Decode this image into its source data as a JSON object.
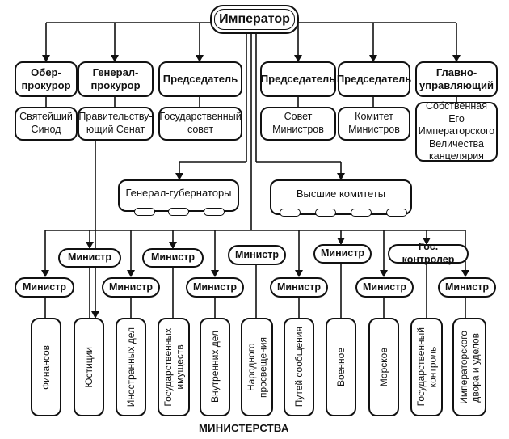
{
  "emperor": "Император",
  "top_roles": [
    {
      "title": "Обер-\nпрокурор",
      "institution": "Святейший\nСинод"
    },
    {
      "title": "Генерал-\nпрокурор",
      "institution": "Правительству-\nющий Сенат"
    },
    {
      "title": "Председатель",
      "institution": "Государственный\nсовет"
    },
    {
      "title": "Председатель",
      "institution": "Совет\nМинистров"
    },
    {
      "title": "Председатель",
      "institution": "Комитет\nМинистров"
    },
    {
      "title": "Главно-\nуправляющий",
      "institution": "Собственная Его\nИмператорского\nВеличества\nканцелярия"
    }
  ],
  "governors": "Генерал-губернаторы",
  "committees": "Высшие комитеты",
  "minister_label": "Министр",
  "controller_label": "Гос. контролер",
  "ministries": [
    "Финансов",
    "Юстиции",
    "Иностранных дел",
    "Государственных\nимуществ",
    "Внутренних дел",
    "Народного\nпросвещения",
    "Путей сообщения",
    "Военное",
    "Морское",
    "Государственный\nконтроль",
    "Императорского\nдвора и уделов"
  ],
  "caption": "МИНИСТЕРСТВА"
}
